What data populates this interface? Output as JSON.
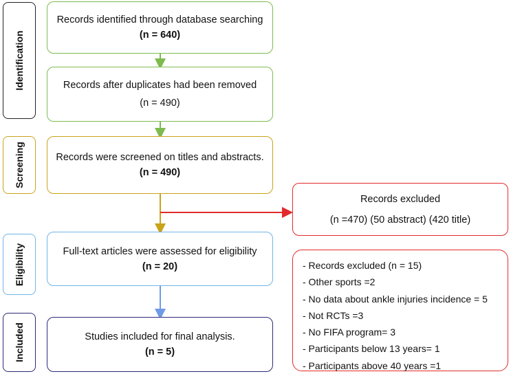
{
  "stages": {
    "identification": "Identification",
    "screening": "Screening",
    "eligibility": "Eligibility",
    "included": "Included"
  },
  "boxes": {
    "identified": {
      "text": "Records identified through database searching",
      "count": "(n = 640)"
    },
    "duplicates_removed": {
      "text": "Records after duplicates had been removed",
      "count": "(n = 490)"
    },
    "screened": {
      "text": "Records were screened on titles and abstracts.",
      "count": "(n = 490)"
    },
    "full_text": {
      "text": "Full-text articles were assessed for eligibility",
      "count": "(n = 20)"
    },
    "included": {
      "text": "Studies included for final analysis.",
      "count": "(n = 5)"
    },
    "excluded_screening": {
      "text": "Records excluded",
      "count": "(n =470) (50 abstract) (420 title)"
    },
    "excluded_full_text": {
      "items": [
        "- Records excluded (n = 15)",
        "- Other sports =2",
        "- No data about ankle injuries incidence = 5",
        "- Not RCTs =3",
        "- No FIFA program= 3",
        "- Participants below 13 years= 1",
        "- Participants above 40 years =1"
      ]
    }
  },
  "colors": {
    "identification": "#7dbb4e",
    "screening": "#c9a31a",
    "eligibility": "#6fb4e6",
    "included": "#2b2a7a",
    "excluded": "#e32a2a"
  }
}
